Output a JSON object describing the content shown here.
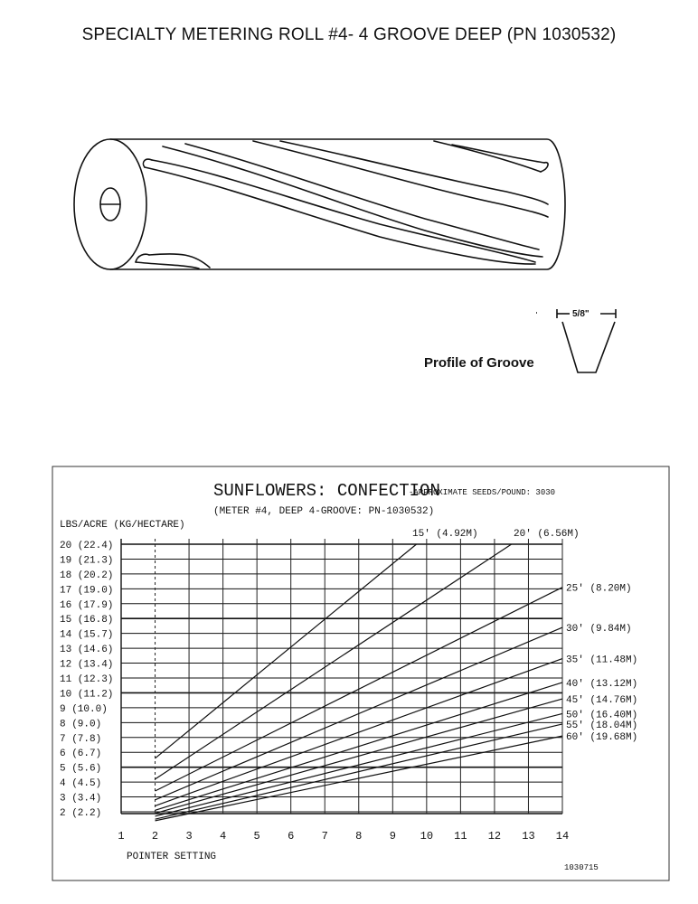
{
  "page_title": "SPECIALTY METERING ROLL  #4- 4 GROOVE DEEP (PN  1030532)",
  "groove": {
    "label": "Profile of Groove",
    "width": "5/8\""
  },
  "chart_data": {
    "type": "line",
    "title": "SUNFLOWERS: CONFECTION",
    "title_note": "-APPROXIMATE SEEDS/POUND: 3030",
    "subtitle": "(METER #4, DEEP 4-GROOVE: PN-1030532)",
    "ylabel": "LBS/ACRE (KG/HECTARE)",
    "xlabel": "POINTER SETTING",
    "figure_id": "1030715",
    "x_ticks": [
      "1",
      "2",
      "3",
      "4",
      "5",
      "6",
      "7",
      "8",
      "9",
      "10",
      "11",
      "12",
      "13",
      "14"
    ],
    "xlim": [
      1,
      14
    ],
    "y_ticks": [
      "20 (22.4)",
      "19 (21.3)",
      "18 (20.2)",
      "17 (19.0)",
      "16 (17.9)",
      "15 (16.8)",
      "14 (15.7)",
      "13 (14.6)",
      "12 (13.4)",
      "11 (12.3)",
      "10 (11.2)",
      "9 (10.0)",
      "8 (9.0)",
      "7 (7.8)",
      "6 (6.7)",
      "5 (5.6)",
      "4 (4.5)",
      "3 (3.4)",
      "2 (2.2)"
    ],
    "ylim": [
      1,
      20
    ],
    "series": [
      {
        "name": "15' (4.92M)",
        "x": [
          2,
          9.7
        ],
        "y": [
          5.6,
          20
        ]
      },
      {
        "name": "20' (6.56M)",
        "x": [
          2,
          12.5
        ],
        "y": [
          4.2,
          20
        ]
      },
      {
        "name": "25' (8.20M)",
        "x": [
          2,
          14
        ],
        "y": [
          3.4,
          17.1
        ]
      },
      {
        "name": "30' (9.84M)",
        "x": [
          2,
          14
        ],
        "y": [
          2.8,
          14.4
        ]
      },
      {
        "name": "35' (11.48M)",
        "x": [
          2,
          14
        ],
        "y": [
          2.4,
          12.3
        ]
      },
      {
        "name": "40' (13.12M)",
        "x": [
          2,
          14
        ],
        "y": [
          2.1,
          10.7
        ]
      },
      {
        "name": "45' (14.76M)",
        "x": [
          2,
          14
        ],
        "y": [
          1.9,
          9.6
        ]
      },
      {
        "name": "50' (16.40M)",
        "x": [
          2,
          14
        ],
        "y": [
          1.7,
          8.6
        ]
      },
      {
        "name": "55' (18.04M)",
        "x": [
          2,
          14
        ],
        "y": [
          1.5,
          7.9
        ]
      },
      {
        "name": "60' (19.68M)",
        "x": [
          2,
          14
        ],
        "y": [
          1.4,
          7.1
        ]
      }
    ],
    "grid": true,
    "legend": "line-end labels"
  }
}
